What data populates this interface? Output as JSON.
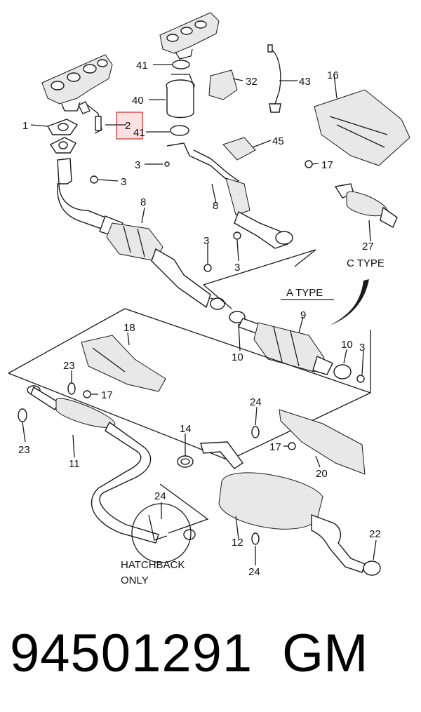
{
  "callouts": {
    "c1": "1",
    "c2": "2",
    "c3a": "3",
    "c3b": "3",
    "c3c": "3",
    "c3d": "3",
    "c3e": "3",
    "c41a": "41",
    "c41b": "41",
    "c40": "40",
    "c32": "32",
    "c43": "43",
    "c16": "16",
    "c45": "45",
    "c17a": "17",
    "c8a": "8",
    "c8b": "8",
    "c27": "27",
    "c9": "9",
    "c10a": "10",
    "c10b": "10",
    "c18": "18",
    "c23a": "23",
    "c23b": "23",
    "c17b": "17",
    "c11": "11",
    "c14": "14",
    "c24a": "24",
    "c24b": "24",
    "c24c": "24",
    "c17c": "17",
    "c20": "20",
    "c12": "12",
    "c22": "22"
  },
  "captions": {
    "c_type": "C TYPE",
    "a_type": "A TYPE",
    "hatchback_line1": "HATCHBACK",
    "hatchback_line2": "ONLY"
  },
  "highlight": {
    "part": "2",
    "color": "#d9534f",
    "fill": "#f8c8c8"
  },
  "footer": {
    "part_number": "94501291",
    "brand": "GM"
  }
}
